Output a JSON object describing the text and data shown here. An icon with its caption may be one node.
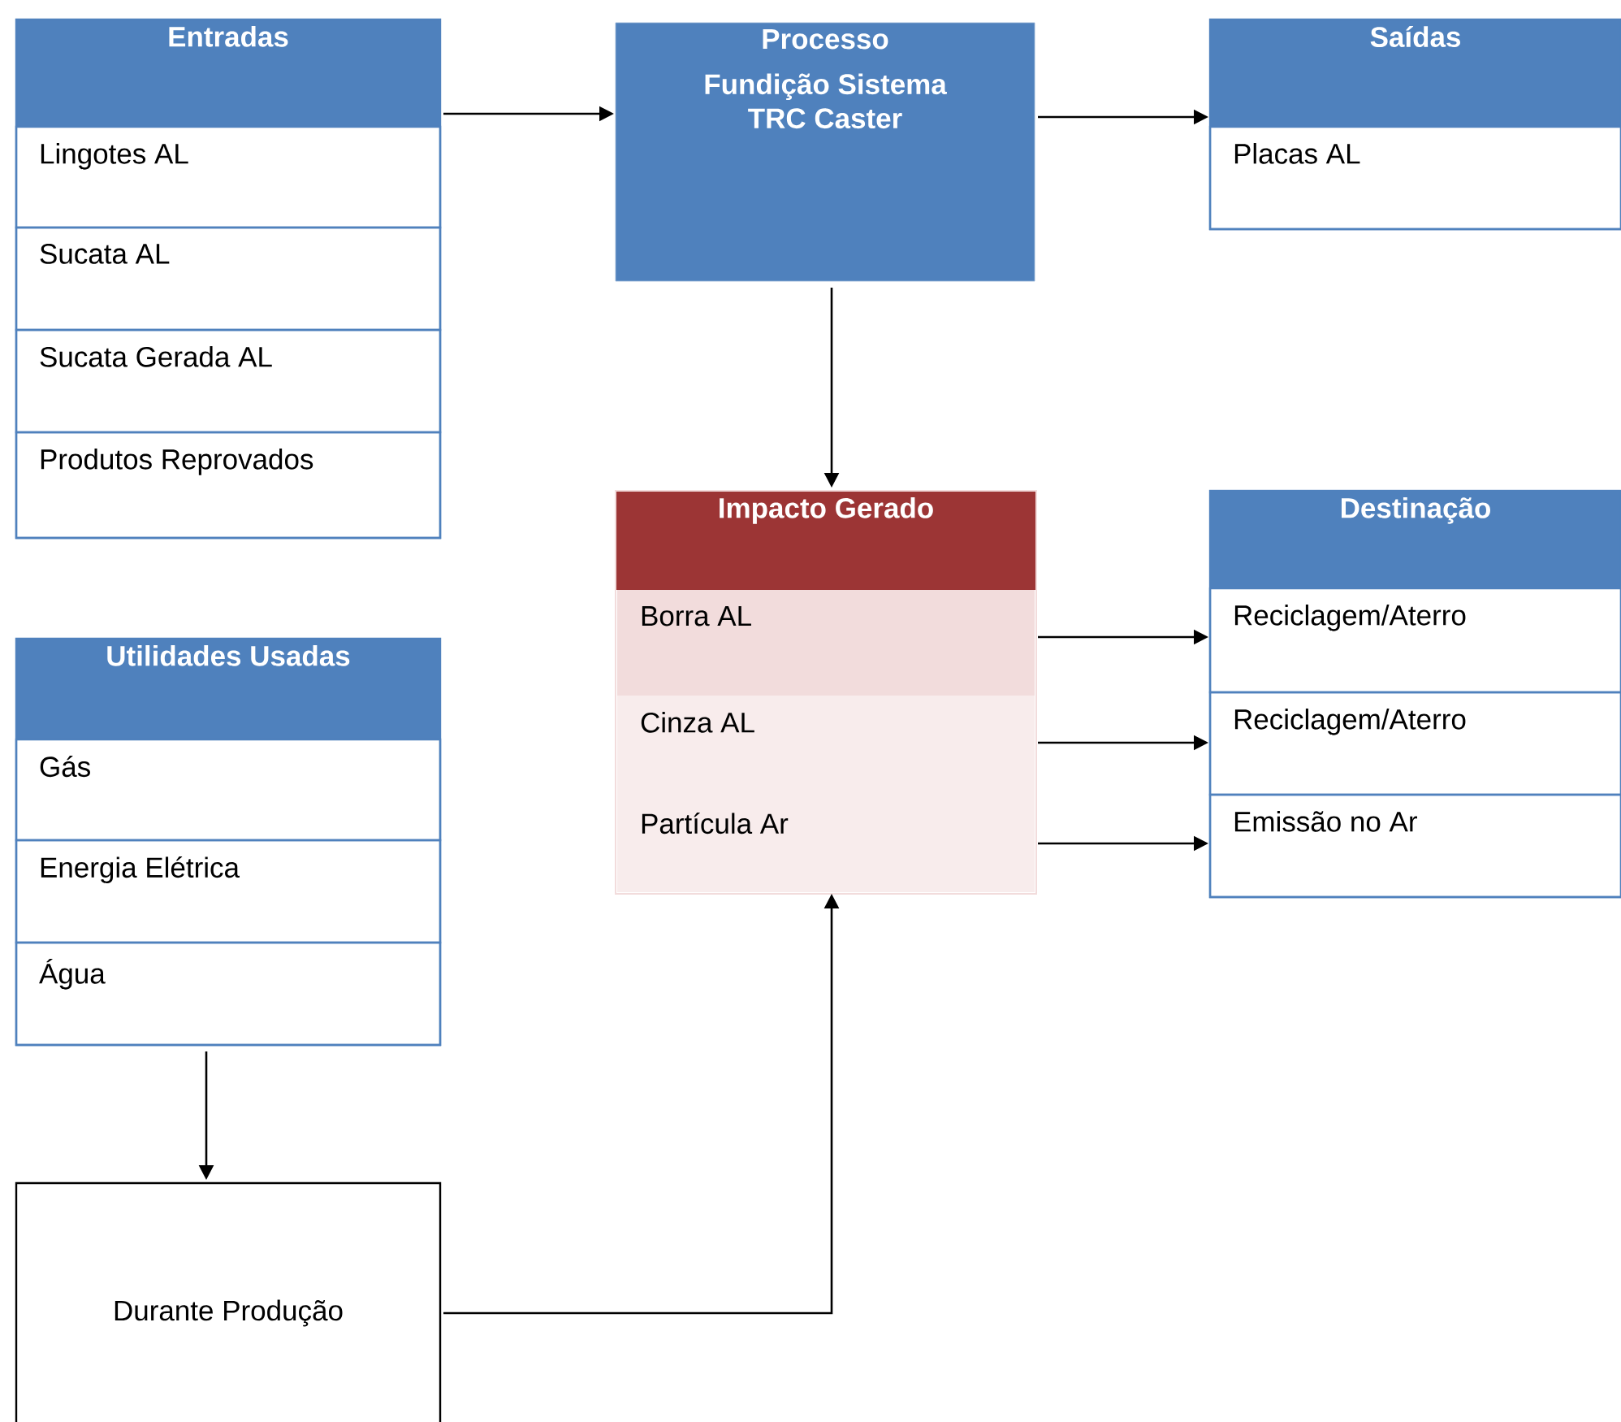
{
  "diagram": {
    "nodes": [
      {
        "text": [
          "Entradas"
        ]
      },
      {
        "text": [
          "Lingotes AL"
        ],
        "in": 0
      },
      {
        "text": [
          "Sucata AL"
        ],
        "in": 0
      },
      {
        "text": [
          "Sucata Gerada AL"
        ],
        "in": 0
      },
      {
        "text": [
          "Produtos Reprovados"
        ],
        "in": 0
      },
      {
        "text": [
          "Processo",
          "Fundição Sistema TRC Caster"
        ]
      },
      {
        "text": [
          "Saídas"
        ]
      },
      {
        "text": [
          "Placas AL"
        ],
        "in": 6
      },
      {
        "text": [
          "Impacto Gerado"
        ]
      },
      {
        "text": [
          "Borra AL"
        ],
        "in": 8
      },
      {
        "text": [
          "Cinza AL"
        ],
        "in": 8
      },
      {
        "text": [
          "Partícula Ar"
        ],
        "in": 8
      },
      {
        "text": [
          "Destinação"
        ]
      },
      {
        "text": [
          "Reciclagem/Aterro"
        ],
        "in": 12
      },
      {
        "text": [
          "Reciclagem/Aterro"
        ],
        "in": 12
      },
      {
        "text": [
          "Emissão no Ar"
        ],
        "in": 12
      },
      {
        "text": [
          "Utilidades Usadas"
        ]
      },
      {
        "text": [
          "Gás"
        ],
        "in": 16
      },
      {
        "text": [
          "Energia Elétrica"
        ],
        "in": 16
      },
      {
        "text": [
          "Água"
        ],
        "in": 16
      },
      {
        "text": [
          "Durante Produção"
        ]
      }
    ],
    "edges": [
      {
        "from": 0,
        "to": 5,
        "arrow": "to"
      },
      {
        "from": 5,
        "to": 6,
        "arrow": "to"
      },
      {
        "from": 5,
        "to": 8,
        "arrow": "to"
      },
      {
        "from": 9,
        "to": 13,
        "arrow": "to"
      },
      {
        "from": 10,
        "to": 14,
        "arrow": "to"
      },
      {
        "from": 11,
        "to": 15,
        "arrow": "to"
      },
      {
        "from": 16,
        "to": 20,
        "arrow": "to"
      },
      {
        "from": 20,
        "to": 8,
        "arrow": "to"
      }
    ]
  }
}
